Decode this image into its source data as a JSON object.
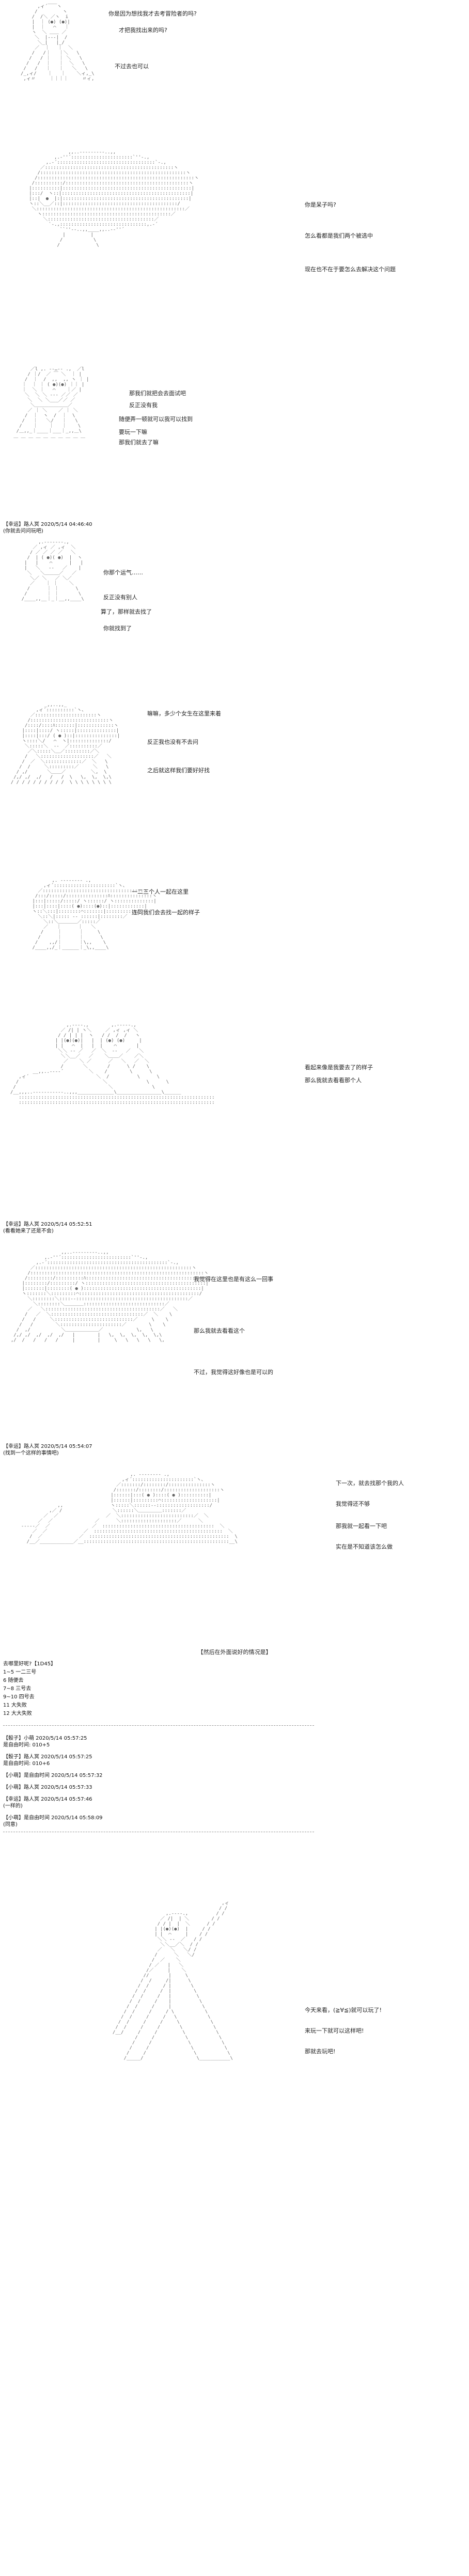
{
  "panels": [
    {
      "lines": [
        "你是因为想找我才去考冒险者的吗?",
        "才把我找出来的吗?",
        "不过去也可以"
      ]
    },
    {
      "lines": [
        "你是呆子吗?",
        "怎么看都是我们两个被选中",
        "现在也不在于要怎么去解决这个问题"
      ]
    },
    {
      "lines": [
        "那我们就把会去面试吧",
        "反正没有我",
        "随便弄一顿就可以我可以找到",
        "要玩一下嘛",
        "那我们就去了嘛"
      ]
    },
    {
      "meta": [
        "【幸运】路人冥 2020/5/14 04:46:40",
        "(你就去问问玩吧)"
      ],
      "lines": [
        "你那个运气……",
        "反正没有别人",
        "算了，那样就去找了",
        "你就找到了"
      ]
    },
    {
      "lines": [
        "嘛嘛，多少个女生在这里来着",
        "反正我也没有不去问",
        "之后就这样我们要好好找"
      ]
    },
    {
      "lines": [
        "一二三个人一起在这里",
        "连同我们会去找一起的样子"
      ]
    },
    {
      "lines": [
        "看起来像是我要去了的样子",
        "那么我就去看看那个人"
      ],
      "meta": [
        "【幸运】路人冥 2020/5/14 05:52:51",
        "(看看她来了还是不会)"
      ]
    },
    {
      "lines": [
        "我觉得在这里也是有这么一回事",
        "那么我就去看看这个",
        "不过，我觉得这好像也是可以的"
      ],
      "meta": [
        "【幸运】路人冥 2020/5/14 05:54:07",
        "(找到一个这样的事情吧)"
      ]
    },
    {
      "lines": [
        "下一次，就去找那个我的人",
        "我觉得还不够",
        "那我就一起看一下吧",
        "实在是不知道该怎么做"
      ]
    }
  ],
  "separator_title": "【然后在外面说好的情况是】",
  "choices": {
    "question": "去哪里好呢?【1D45】",
    "options": [
      "1~5 一二三号",
      "6 随便去",
      "7~8 三号去",
      "9~10 四号去",
      "11 大失败",
      "12 大大失败"
    ]
  },
  "log": [
    "【骰子】小萌 2020/5/14 05:57:25",
    "是自由时间: 010+5",
    "【骰子】路人冥 2020/5/14 05:57:25",
    "是自由时间: 010+6",
    "【小萌】是自由时间 2020/5/14 05:57:32",
    "【小萌】路人冥 2020/5/14 05:57:33",
    "【幸运】路人冥 2020/5/14 05:57:46",
    "(一样的)",
    "【小萌】是自由时间 2020/5/14 05:58:09",
    "(同意)"
  ],
  "final_panel": {
    "lines": [
      "今天来看，(≧∀≦)就可以玩了!",
      "来玩一下就可以这样吧!",
      "那就去玩吧!"
    ]
  }
}
